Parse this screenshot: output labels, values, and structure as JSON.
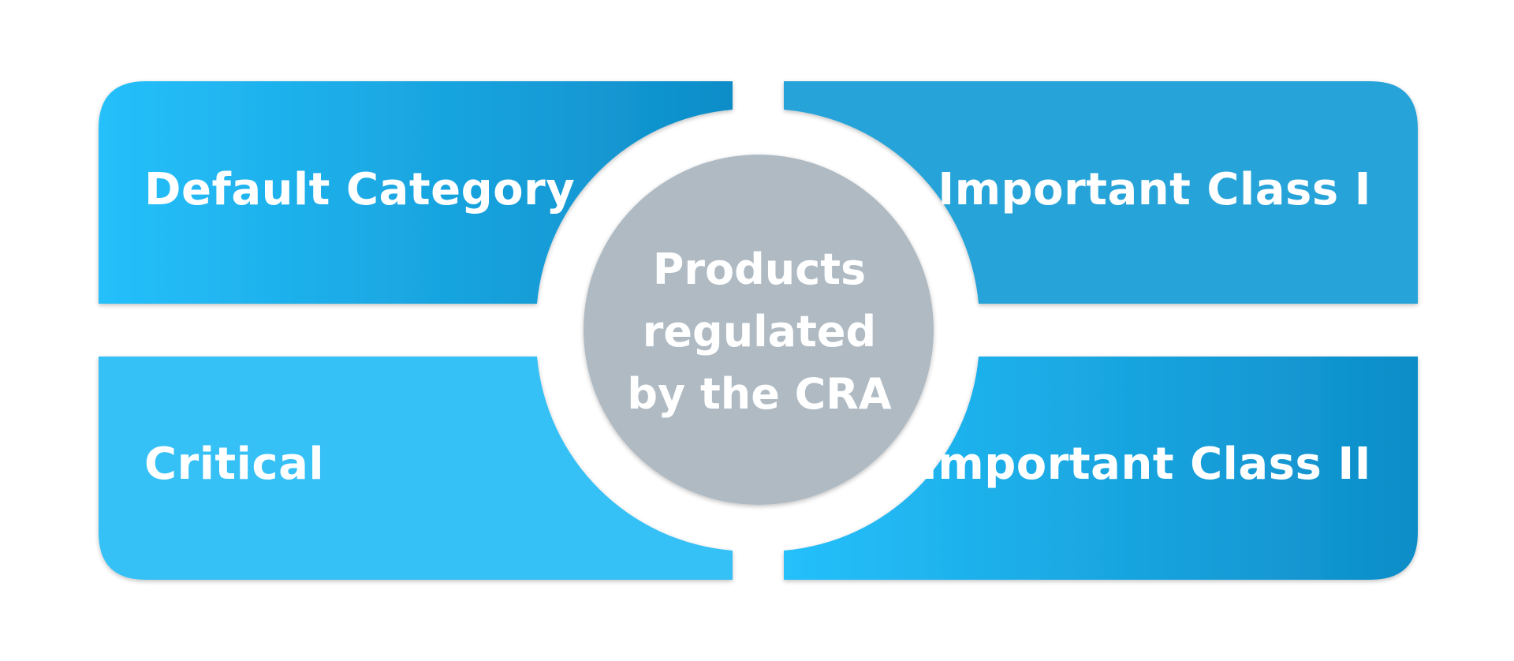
{
  "diagram": {
    "center": {
      "lines": [
        "Products",
        "regulated",
        "by the CRA"
      ]
    },
    "quadrants": {
      "top_left": {
        "label": "Default Category"
      },
      "top_right": {
        "label": "Important Class I"
      },
      "bottom_left": {
        "label": "Critical"
      },
      "bottom_right": {
        "label": "Important Class II"
      }
    },
    "colors": {
      "top_left_gradient": [
        "#25c0fb",
        "#0e8dc8"
      ],
      "top_right": "#28a3d8",
      "bottom_left": "#34c0f6",
      "bottom_right_gradient": [
        "#25c0fb",
        "#0e8dc8"
      ],
      "center_circle": "#afbac3",
      "text": "#ffffff",
      "background": "#ffffff"
    }
  }
}
